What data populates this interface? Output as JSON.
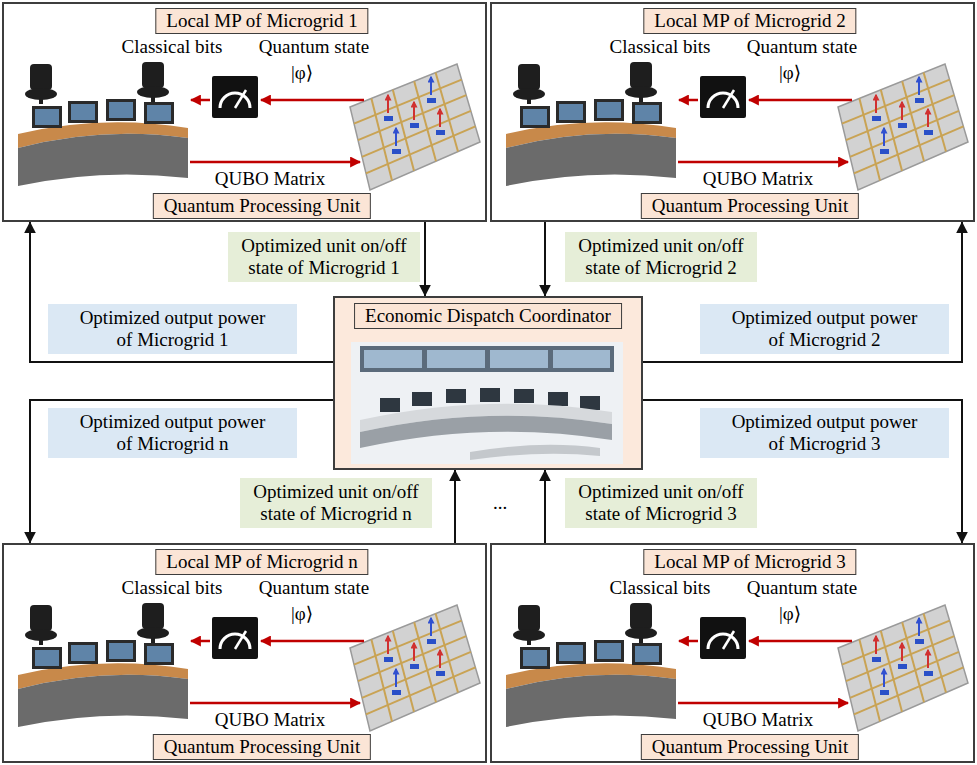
{
  "diagram": {
    "nodes": [
      {
        "text": [
          "Local MP of Microgrid 1",
          "Quantum Processing Unit"
        ]
      },
      {
        "text": [
          "Local MP of Microgrid 2",
          "Quantum Processing Unit"
        ]
      },
      {
        "text": [
          "Economic Dispatch Coordinator"
        ]
      },
      {
        "text": [
          "Local MP of Microgrid n",
          "Quantum Processing Unit"
        ]
      },
      {
        "text": [
          "Local MP of Microgrid 3",
          "Quantum Processing Unit"
        ]
      }
    ],
    "edges": [
      {
        "from": 0,
        "to": 2,
        "arrow": "to",
        "label": "Optimized unit on/off state of Microgrid 1"
      },
      {
        "from": 1,
        "to": 2,
        "arrow": "to",
        "label": "Optimized unit on/off state of Microgrid 2"
      },
      {
        "from": 2,
        "to": 0,
        "arrow": "to",
        "label": "Optimized output power of Microgrid 1"
      },
      {
        "from": 2,
        "to": 1,
        "arrow": "to",
        "label": "Optimized output power of Microgrid 2"
      },
      {
        "from": 2,
        "to": 3,
        "arrow": "to",
        "label": "Optimized output power of Microgrid n"
      },
      {
        "from": 2,
        "to": 4,
        "arrow": "to",
        "label": "Optimized output power of Microgrid 3"
      },
      {
        "from": 3,
        "to": 2,
        "arrow": "to",
        "label": "Optimized unit on/off state of Microgrid n"
      },
      {
        "from": 4,
        "to": 2,
        "arrow": "to",
        "label": "Optimized unit on/off state of Microgrid 3"
      }
    ],
    "labels": [
      "Classical bits",
      "Quantum state",
      "|φ⟩",
      "QUBO Matrix",
      "Classical bits",
      "Quantum state",
      "|φ⟩",
      "QUBO Matrix",
      "...",
      "Classical bits",
      "Quantum state",
      "|φ⟩",
      "QUBO Matrix",
      "Classical bits",
      "Quantum state",
      "|φ⟩",
      "QUBO Matrix"
    ]
  }
}
